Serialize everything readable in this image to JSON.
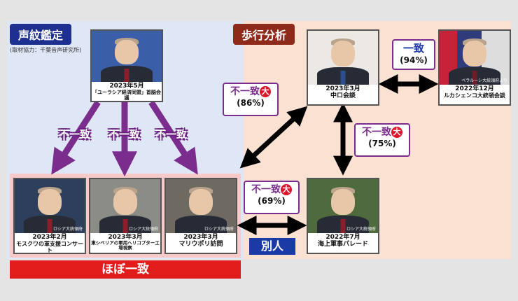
{
  "headers": {
    "voiceprint": "声紋鑑定",
    "gait": "歩行分析",
    "source": "(取材協力：千葉音声研究所)"
  },
  "photos": [
    {
      "id": "p1",
      "line1": "2023年5月",
      "line2": "「ユーラシア経済同盟」首脳会議",
      "watermark": ""
    },
    {
      "id": "p2",
      "line1": "2023年3月",
      "line2": "中ロ会談",
      "watermark": ""
    },
    {
      "id": "p3",
      "line1": "2022年12月",
      "line2": "ルカシェンコ大統領会談",
      "watermark": "ベラルーシ大統領府より"
    },
    {
      "id": "p4",
      "line1": "2023年2月",
      "line2": "モスクワの軍支援コンサート",
      "watermark": "ロシア大統領府"
    },
    {
      "id": "p5",
      "line1": "2023年3月",
      "line2": "東シベリアの軍用ヘリコプター工場視察",
      "watermark": "ロシア大統領府"
    },
    {
      "id": "p6",
      "line1": "2023年3月",
      "line2": "マリウポリ訪問",
      "watermark": "ロシア大統領府"
    },
    {
      "id": "p7",
      "line1": "2022年7月",
      "line2": "海上軍事パレード",
      "watermark": "ロシア大統領府"
    }
  ],
  "labels": {
    "fuitchi": "不一致",
    "dai": "大",
    "itchi": "一致",
    "pct_94": "(94%)",
    "pct_86": "(86%)",
    "pct_75": "(75%)",
    "pct_69": "(69%)",
    "betsujin": "別人",
    "hobo_itchi": "ほぼ一致"
  },
  "colors": {
    "purple": "#7b2d8e",
    "red": "#e21b1b",
    "blue": "#1b3aa6",
    "dai_red": "#d9162c"
  }
}
